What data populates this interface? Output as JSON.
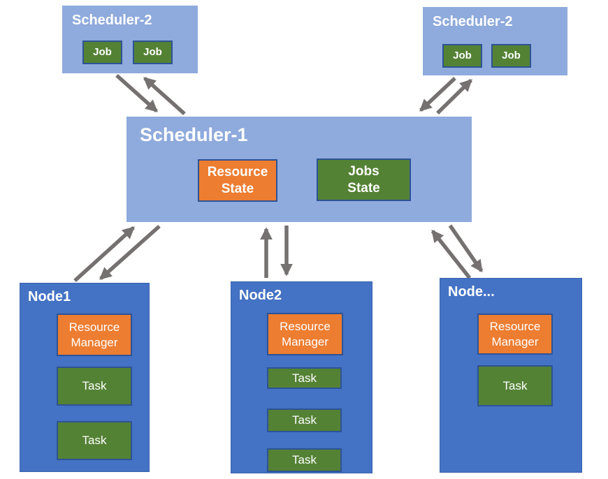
{
  "colors": {
    "scheduler_fill": "#8FAADC",
    "node_fill": "#4472C4",
    "orange_fill": "#ED7D31",
    "green_fill": "#548235",
    "chip_border": "#2E5395",
    "arrow_gray": "#767171",
    "text": "#FFFFFF",
    "background": "#FFFFFF"
  },
  "scheduler2_left": {
    "title": "Scheduler-2",
    "jobs": [
      "Job",
      "Job"
    ]
  },
  "scheduler2_right": {
    "title": "Scheduler-2",
    "jobs": [
      "Job",
      "Job"
    ]
  },
  "scheduler1": {
    "title": "Scheduler-1",
    "resource_state_label": "Resource\nState",
    "jobs_state_label": "Jobs\nState"
  },
  "nodes": [
    {
      "title": "Node1",
      "resource_manager": "Resource\nManager",
      "tasks": [
        "Task",
        "Task"
      ]
    },
    {
      "title": "Node2",
      "resource_manager": "Resource\nManager",
      "tasks": [
        "Task",
        "Task",
        "Task"
      ]
    },
    {
      "title": "Node...",
      "resource_manager": "Resource\nManager",
      "tasks": [
        "Task"
      ]
    }
  ],
  "connections": [
    {
      "from": "scheduler2-left",
      "to": "scheduler1",
      "style": "two one-way arrows"
    },
    {
      "from": "scheduler2-right",
      "to": "scheduler1",
      "style": "two one-way arrows"
    },
    {
      "from": "scheduler1",
      "to": "node1",
      "style": "two one-way arrows"
    },
    {
      "from": "scheduler1",
      "to": "node2",
      "style": "two one-way arrows"
    },
    {
      "from": "scheduler1",
      "to": "node-ellipsis",
      "style": "two one-way arrows"
    }
  ]
}
